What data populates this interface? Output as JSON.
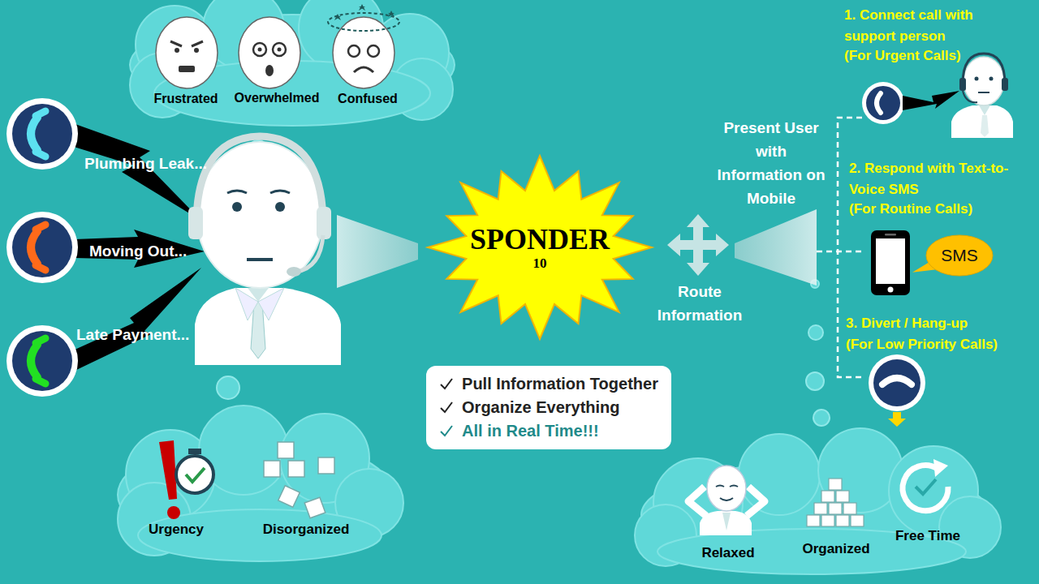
{
  "diagram": {
    "nodes": [
      {
        "text": [
          "SPONDER",
          "10"
        ]
      },
      {
        "text": [
          "Pull Information Together",
          "Organize Everything",
          "All in Real Time!!!"
        ]
      },
      {
        "text": [
          "SMS"
        ]
      }
    ],
    "labels": [
      "Frustrated",
      "Overwhelmed",
      "Confused",
      "1. Connect call with support person",
      "(For Urgent Calls)",
      "Plumbing Leak...",
      "Present User with Information on Mobile",
      "2. Respond with Text-to-Voice SMS",
      "(For Routine Calls)",
      "Moving Out...",
      "Route Information",
      "3. Divert / Hang-up",
      "(For Low Priority Calls)",
      "Late Payment...",
      "Urgency",
      "Disorganized",
      "Relaxed",
      "Organized",
      "Free Time"
    ]
  }
}
